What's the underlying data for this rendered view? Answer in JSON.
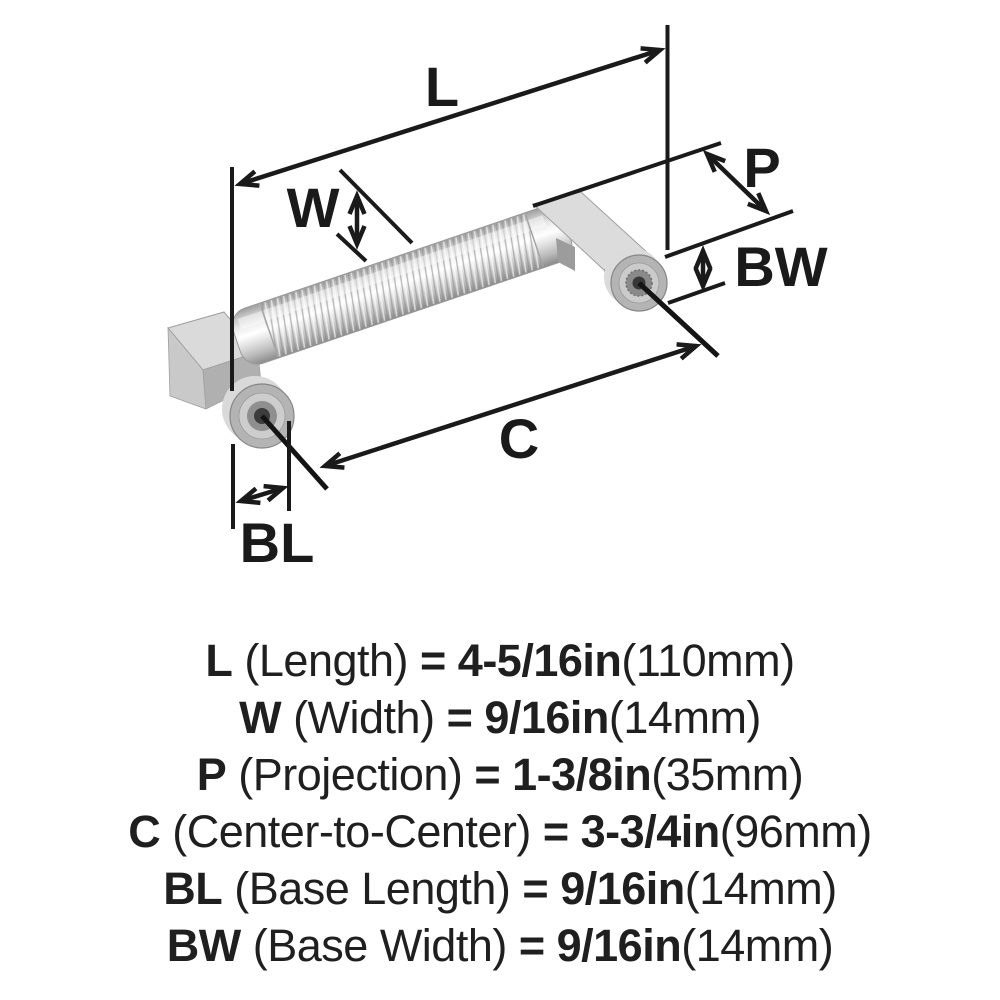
{
  "diagram": {
    "labels": {
      "length": "L",
      "width": "W",
      "projection": "P",
      "base_width": "BW",
      "center_to_center": "C",
      "base_length": "BL"
    },
    "product": "cabinet-bar-pull"
  },
  "legend": {
    "equals": "=",
    "rows": [
      {
        "symbol": "L",
        "name": "(Length)",
        "value_in": "4-5/16in",
        "value_mm": "(110mm)"
      },
      {
        "symbol": "W",
        "name": "(Width)",
        "value_in": "9/16in",
        "value_mm": "(14mm)"
      },
      {
        "symbol": "P",
        "name": "(Projection)",
        "value_in": "1-3/8in",
        "value_mm": "(35mm)"
      },
      {
        "symbol": "C",
        "name": "(Center-to-Center)",
        "value_in": "3-3/4in",
        "value_mm": "(96mm)"
      },
      {
        "symbol": "BL",
        "name": "(Base Length)",
        "value_in": "9/16in",
        "value_mm": "(14mm)"
      },
      {
        "symbol": "BW",
        "name": "(Base Width)",
        "value_in": "9/16in",
        "value_mm": "(14mm)"
      }
    ]
  },
  "colors": {
    "line": "#1a1a1a",
    "text": "#1f1f1f",
    "metal_light": "#efefef",
    "metal_mid": "#c0c0c0",
    "metal_dark": "#8c8c8c",
    "background": "#ffffff"
  }
}
